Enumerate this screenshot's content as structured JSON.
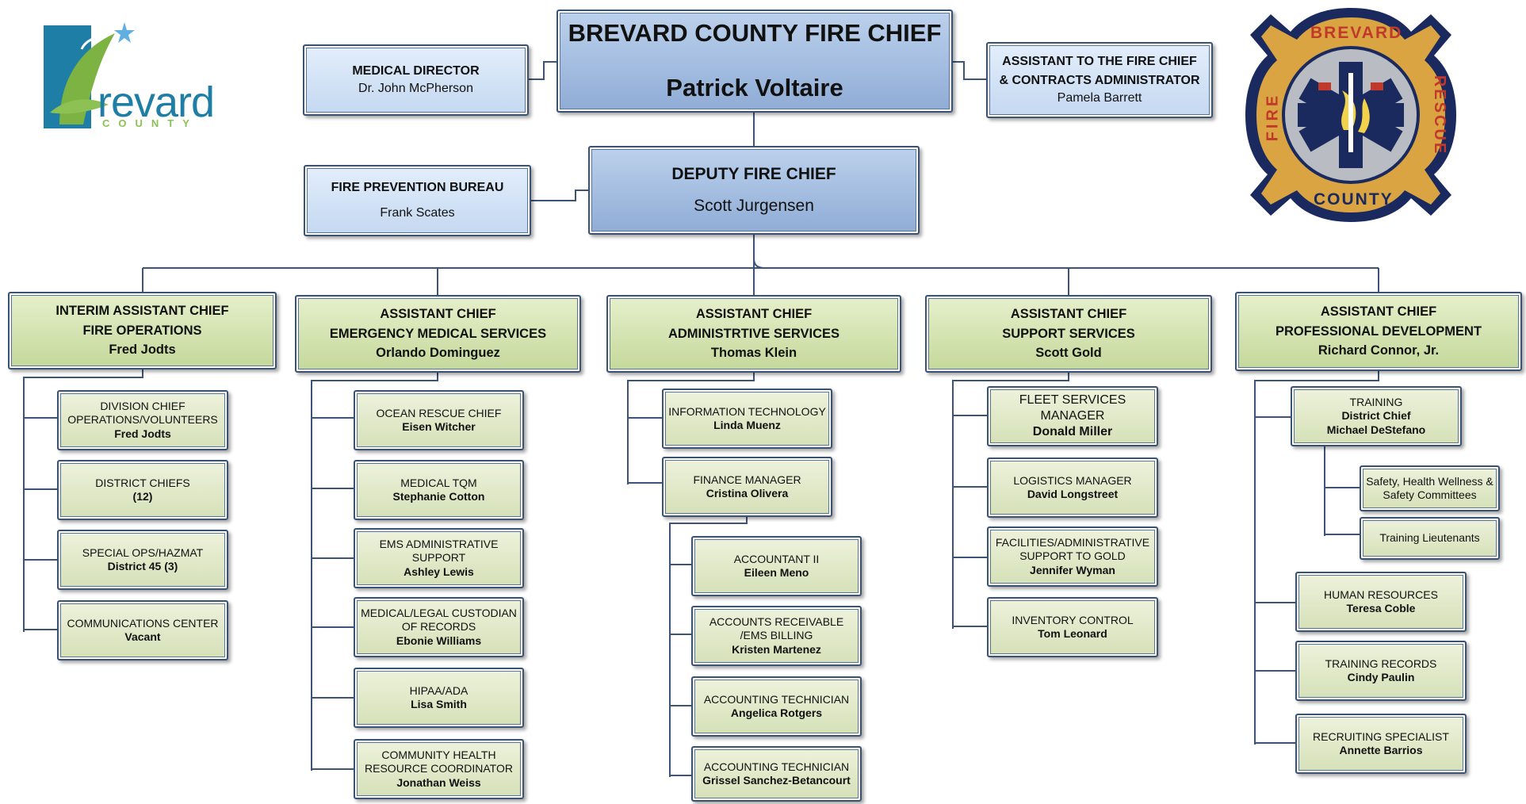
{
  "logos": {
    "county_wordmark": "revard",
    "county_sub": "COUNTY",
    "badge_top": "BREVARD",
    "badge_left": "FIRE",
    "badge_right": "RESCUE",
    "badge_bottom": "COUNTY"
  },
  "chief": {
    "title": "BREVARD COUNTY FIRE CHIEF",
    "name": "Patrick Voltaire"
  },
  "medical_director": {
    "title": "MEDICAL DIRECTOR",
    "name": "Dr. John McPherson"
  },
  "assistant_to_chief": {
    "title_1": "ASSISTANT TO THE FIRE CHIEF",
    "title_2": "& CONTRACTS ADMINISTRATOR",
    "name": "Pamela Barrett"
  },
  "deputy": {
    "title": "DEPUTY FIRE CHIEF",
    "name": "Scott Jurgensen"
  },
  "fire_prevention": {
    "title": "FIRE PREVENTION BUREAU",
    "name": "Frank Scates"
  },
  "divisions": [
    {
      "title_1": "INTERIM ASSISTANT CHIEF",
      "title_2": "FIRE OPERATIONS",
      "name": "Fred Jodts",
      "units": [
        {
          "lines": [
            "DIVISION CHIEF",
            "OPERATIONS/VOLUNTEERS"
          ],
          "name": "Fred Jodts"
        },
        {
          "lines": [
            "DISTRICT CHIEFS"
          ],
          "name": "(12)"
        },
        {
          "lines": [
            "SPECIAL OPS/HAZMAT"
          ],
          "name": "District 45 (3)"
        },
        {
          "lines": [
            "COMMUNICATIONS CENTER"
          ],
          "name": "Vacant"
        }
      ]
    },
    {
      "title_1": "ASSISTANT CHIEF",
      "title_2": "EMERGENCY MEDICAL SERVICES",
      "name": "Orlando Dominguez",
      "units": [
        {
          "lines": [
            "OCEAN RESCUE CHIEF"
          ],
          "name": "Eisen Witcher"
        },
        {
          "lines": [
            "MEDICAL TQM"
          ],
          "name": "Stephanie Cotton"
        },
        {
          "lines": [
            "EMS ADMINISTRATIVE",
            "SUPPORT"
          ],
          "name": "Ashley Lewis"
        },
        {
          "lines": [
            "MEDICAL/LEGAL CUSTODIAN",
            "OF RECORDS"
          ],
          "name": "Ebonie Williams"
        },
        {
          "lines": [
            "HIPAA/ADA"
          ],
          "name": "Lisa Smith"
        },
        {
          "lines": [
            "COMMUNITY HEALTH",
            "RESOURCE COORDINATOR"
          ],
          "name": "Jonathan Weiss"
        }
      ]
    },
    {
      "title_1": "ASSISTANT CHIEF",
      "title_2": "ADMINISTRTIVE SERVICES",
      "name": "Thomas Klein",
      "units": [
        {
          "lines": [
            "INFORMATION TECHNOLOGY"
          ],
          "name": "Linda Muenz"
        },
        {
          "lines": [
            "FINANCE MANAGER"
          ],
          "name": "Cristina Olivera"
        }
      ],
      "finance_staff": [
        {
          "lines": [
            "ACCOUNTANT II"
          ],
          "name": "Eileen Meno"
        },
        {
          "lines": [
            "ACCOUNTS RECEIVABLE",
            "/EMS BILLING"
          ],
          "name": "Kristen Martenez"
        },
        {
          "lines": [
            "ACCOUNTING TECHNICIAN"
          ],
          "name": "Angelica Rotgers"
        },
        {
          "lines": [
            "ACCOUNTING TECHNICIAN"
          ],
          "name": "Grissel Sanchez-Betancourt"
        }
      ]
    },
    {
      "title_1": "ASSISTANT CHIEF",
      "title_2": "SUPPORT SERVICES",
      "name": "Scott Gold",
      "units": [
        {
          "lines": [
            "FLEET SERVICES",
            "MANAGER"
          ],
          "name": "Donald Miller"
        },
        {
          "lines": [
            "LOGISTICS MANAGER"
          ],
          "name": "David Longstreet"
        },
        {
          "lines": [
            "FACILITIES/ADMINISTRATIVE",
            "SUPPORT TO GOLD"
          ],
          "name": "Jennifer Wyman"
        },
        {
          "lines": [
            "INVENTORY CONTROL"
          ],
          "name": "Tom Leonard"
        }
      ]
    },
    {
      "title_1": "ASSISTANT CHIEF",
      "title_2": "PROFESSIONAL DEVELOPMENT",
      "name": "Richard Connor, Jr.",
      "training": {
        "lines": [
          "TRAINING"
        ],
        "name_1": "District Chief",
        "name_2": "Michael DeStefano"
      },
      "training_sub": [
        {
          "lines": [
            "Safety, Health Wellness &",
            "Safety Committees"
          ]
        },
        {
          "lines": [
            "Training Lieutenants"
          ]
        }
      ],
      "units": [
        {
          "lines": [
            "HUMAN RESOURCES"
          ],
          "name": "Teresa Coble"
        },
        {
          "lines": [
            "TRAINING RECORDS"
          ],
          "name": "Cindy Paulin"
        },
        {
          "lines": [
            "RECRUITING SPECIALIST"
          ],
          "name": "Annette Barrios"
        }
      ]
    }
  ]
}
